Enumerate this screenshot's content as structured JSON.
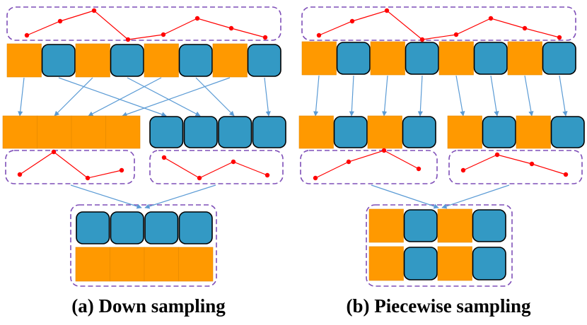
{
  "captions": {
    "a": "(a) Down sampling",
    "b": "(b) Piecewise sampling"
  },
  "colors": {
    "orange_block": "#FF9900",
    "blue_block": "#3399C4",
    "sequence_line": "#FF0000",
    "dashed_box": "#7F4FB8",
    "arrow": "#5B9BD5"
  },
  "panels": {
    "a": {
      "name": "Down sampling",
      "input_sequence": [
        "orange",
        "blue",
        "orange",
        "blue",
        "orange",
        "blue",
        "orange",
        "blue"
      ],
      "groups": [
        [
          "orange",
          "orange",
          "orange",
          "orange"
        ],
        [
          "blue",
          "blue",
          "blue",
          "blue"
        ]
      ],
      "output_stack": [
        [
          "blue",
          "blue",
          "blue",
          "blue"
        ],
        [
          "orange",
          "orange",
          "orange",
          "orange"
        ]
      ]
    },
    "b": {
      "name": "Piecewise sampling",
      "input_sequence": [
        "orange",
        "blue",
        "orange",
        "blue",
        "orange",
        "blue",
        "orange",
        "blue"
      ],
      "groups": [
        [
          "orange",
          "blue",
          "orange",
          "blue"
        ],
        [
          "orange",
          "blue",
          "orange",
          "blue"
        ]
      ],
      "output_stack": [
        [
          "orange",
          "blue",
          "orange",
          "blue"
        ],
        [
          "orange",
          "blue",
          "orange",
          "blue"
        ]
      ]
    }
  }
}
